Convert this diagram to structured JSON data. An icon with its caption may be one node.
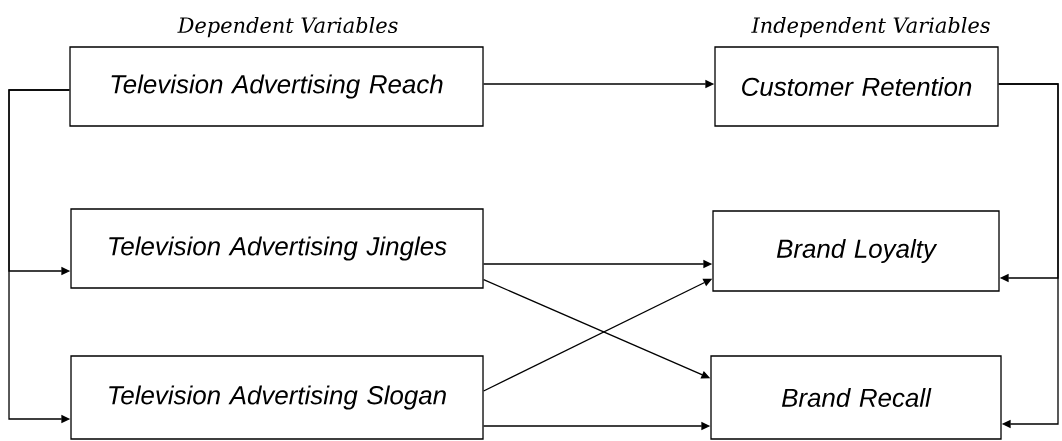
{
  "diagram": {
    "nodes": [
      {
        "text": [
          "Television Advertising Reach"
        ]
      },
      {
        "text": [
          "Customer Retention"
        ]
      },
      {
        "text": [
          "Television Advertising Jingles"
        ]
      },
      {
        "text": [
          "Brand Loyalty"
        ]
      },
      {
        "text": [
          "Television Advertising Slogan"
        ]
      },
      {
        "text": [
          "Brand Recall"
        ]
      }
    ],
    "edges": [
      {
        "from": 0,
        "to": 1,
        "arrow": "to"
      },
      {
        "from": 0,
        "to": 2,
        "arrow": "to"
      },
      {
        "from": 0,
        "to": 4,
        "arrow": "to"
      },
      {
        "from": 2,
        "to": 3,
        "arrow": "to"
      },
      {
        "from": 2,
        "to": 5,
        "arrow": "to"
      },
      {
        "from": 4,
        "to": 3,
        "arrow": "to"
      },
      {
        "from": 4,
        "to": 5,
        "arrow": "to"
      },
      {
        "from": 1,
        "to": 3,
        "arrow": "to"
      },
      {
        "from": 1,
        "to": 5,
        "arrow": "to"
      }
    ],
    "labels": [
      "Dependent Variables",
      "Independent Variables"
    ]
  }
}
